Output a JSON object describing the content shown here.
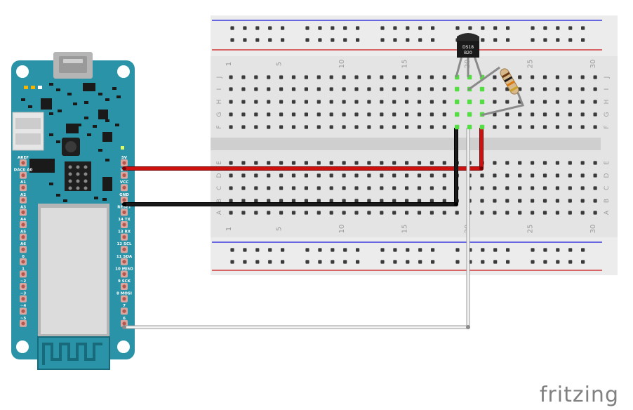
{
  "board": {
    "left_pin_labels": [
      "AREF",
      "DAC0 A0",
      "A1",
      "A2",
      "A3",
      "A4",
      "A5",
      "A6",
      "0",
      "1",
      "~2",
      "~3",
      "~4",
      "~5"
    ],
    "right_pin_labels": [
      "5V",
      "VIN",
      "VCC",
      "GND",
      "RESET",
      "14 TX",
      "13 RX",
      "12 SCL",
      "11 SDA",
      "10 MISO",
      "9 SCK",
      "8 MOSI",
      "7",
      "6"
    ]
  },
  "breadboard": {
    "column_numbers": [
      "1",
      "5",
      "10",
      "15",
      "20",
      "25",
      "30"
    ],
    "upper_rows": [
      "J",
      "I",
      "H",
      "G",
      "F"
    ],
    "lower_rows": [
      "E",
      "D",
      "C",
      "B",
      "A"
    ]
  },
  "sensor": {
    "label_line1": "DS18",
    "label_line2": "B20"
  },
  "wires": [
    {
      "name": "5V",
      "color": "#cc1111"
    },
    {
      "name": "GND",
      "color": "#1a1a1a"
    },
    {
      "name": "6",
      "color": "#cfcfcf"
    }
  ],
  "colors": {
    "board": "#2b93a8",
    "breadboard": "#e6e6e6",
    "rail_red": "#d23a3a",
    "rail_blue": "#3a3adb"
  },
  "brand": "fritzing"
}
